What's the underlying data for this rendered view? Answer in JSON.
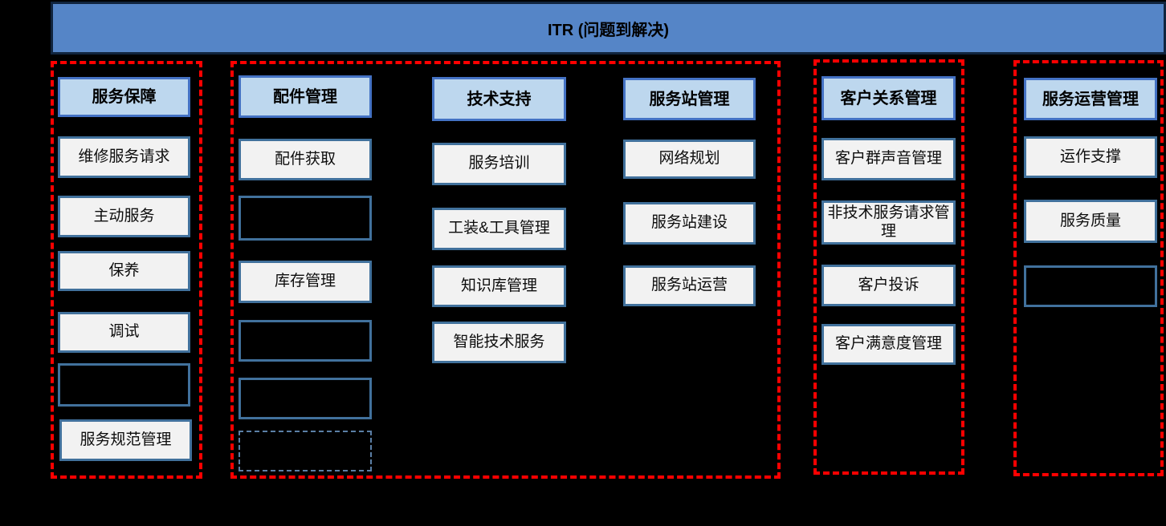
{
  "banner": {
    "title": "ITR (问题到解决)"
  },
  "colors": {
    "banner_bg": "#5585C7",
    "group_frame": "#FF0000",
    "header_box_bg": "#BDD7EE",
    "header_box_border": "#4472C4",
    "item_box_bg": "#F2F2F2",
    "item_box_border": "#41719C",
    "dashdot_box_border": "#5B7FA6"
  },
  "groups": [
    {
      "header": "服务保障",
      "items": [
        "维修服务请求",
        "主动服务",
        "保养",
        "调试",
        "",
        "服务规范管理"
      ]
    },
    {
      "columns": [
        {
          "header": "配件管理",
          "items": [
            "配件获取",
            "",
            "库存管理",
            "",
            "",
            ""
          ]
        },
        {
          "header": "技术支持",
          "items": [
            "服务培训",
            "工装&工具管理",
            "知识库管理",
            "智能技术服务"
          ]
        },
        {
          "header": "服务站管理",
          "items": [
            "网络规划",
            "服务站建设",
            "服务站运营"
          ]
        }
      ]
    },
    {
      "header": "客户关系管理",
      "items": [
        "客户群声音管理",
        "非技术服务请求管理",
        "客户投诉",
        "客户满意度管理"
      ]
    },
    {
      "header": "服务运营管理",
      "items": [
        "运作支撑",
        "服务质量",
        ""
      ]
    }
  ]
}
